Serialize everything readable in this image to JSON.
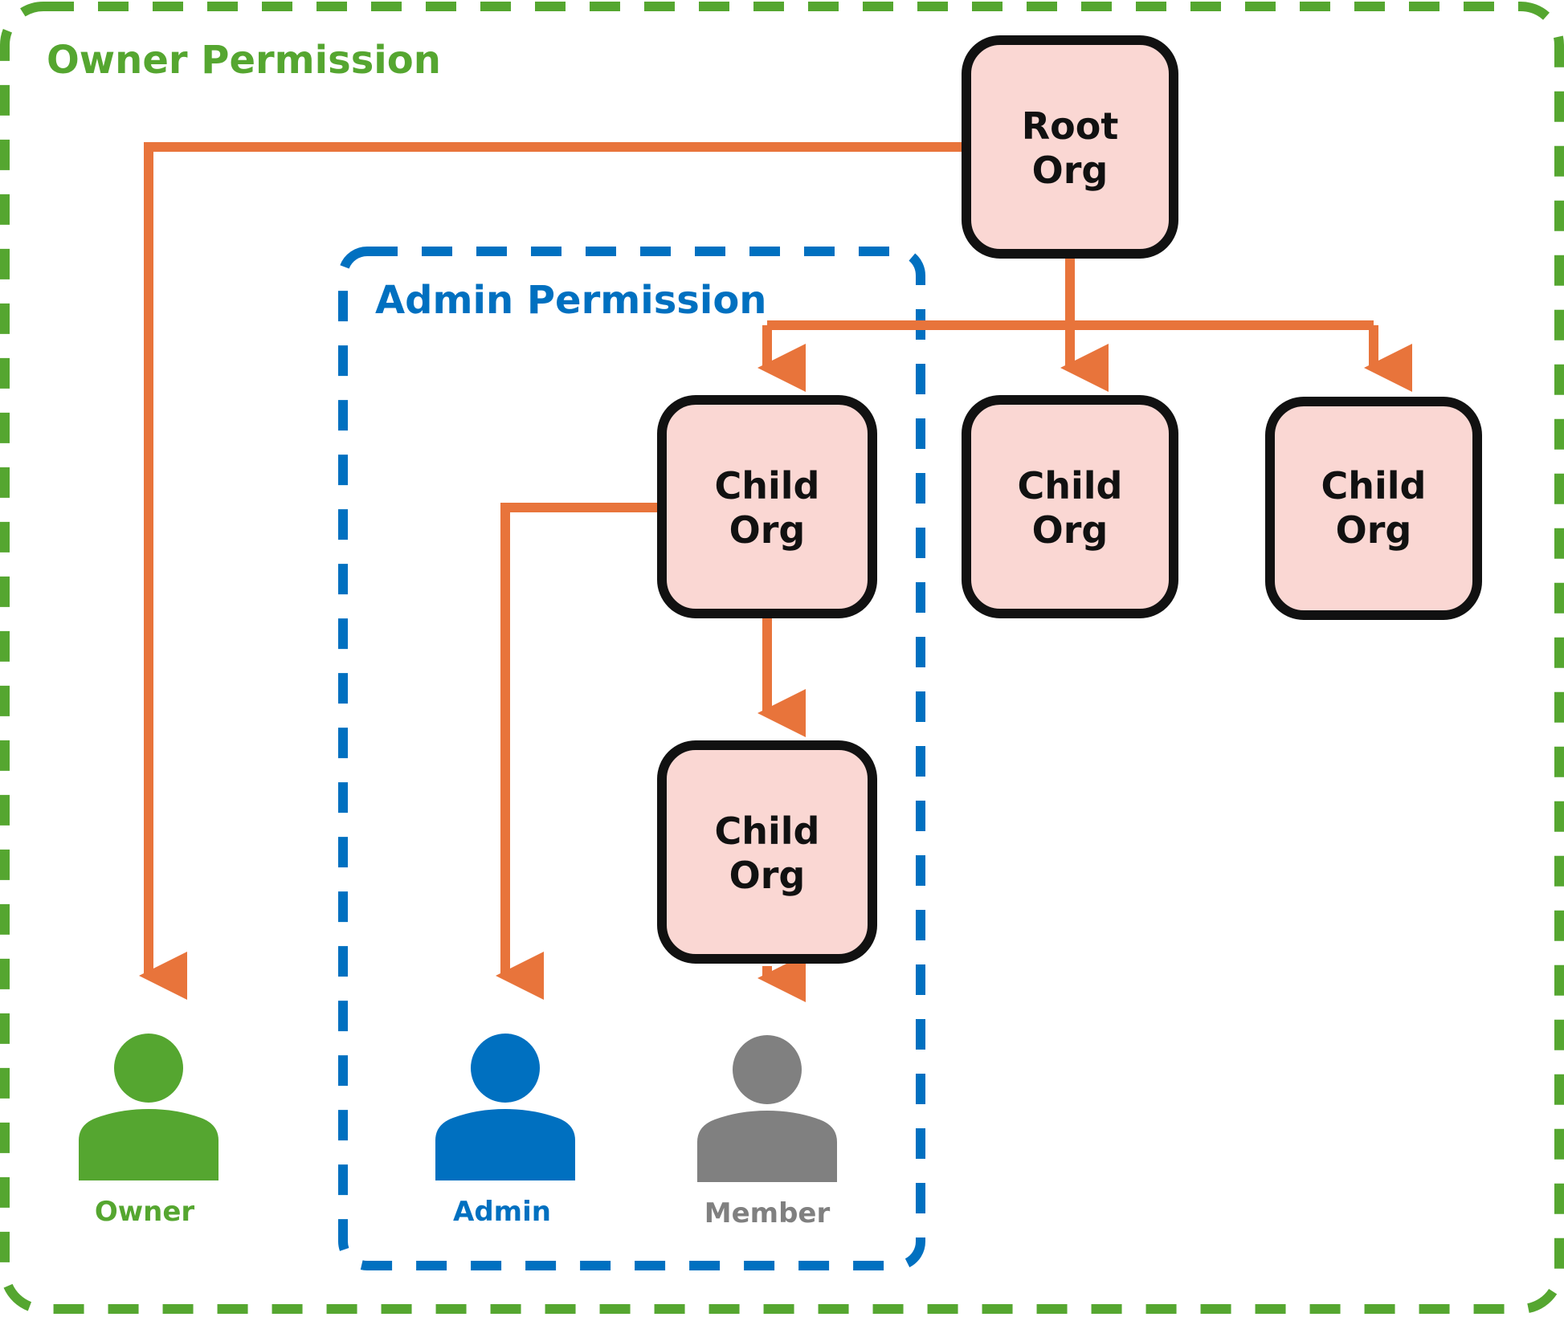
{
  "colors": {
    "owner_green": "#55A630",
    "admin_blue": "#0070C0",
    "member_gray": "#808080",
    "arrow_orange": "#E8743B",
    "node_fill": "#FAD7D3",
    "node_border": "#111111"
  },
  "regions": {
    "owner": {
      "title": "Owner Permission"
    },
    "admin": {
      "title": "Admin Permission"
    }
  },
  "nodes": {
    "root": {
      "line1": "Root",
      "line2": "Org"
    },
    "child_1": {
      "line1": "Child",
      "line2": "Org"
    },
    "child_2": {
      "line1": "Child",
      "line2": "Org"
    },
    "child_3": {
      "line1": "Child",
      "line2": "Org"
    },
    "grandchild": {
      "line1": "Child",
      "line2": "Org"
    }
  },
  "people": {
    "owner": {
      "label": "Owner",
      "icon": "person-icon"
    },
    "admin": {
      "label": "Admin",
      "icon": "person-icon"
    },
    "member": {
      "label": "Member",
      "icon": "person-icon"
    }
  }
}
